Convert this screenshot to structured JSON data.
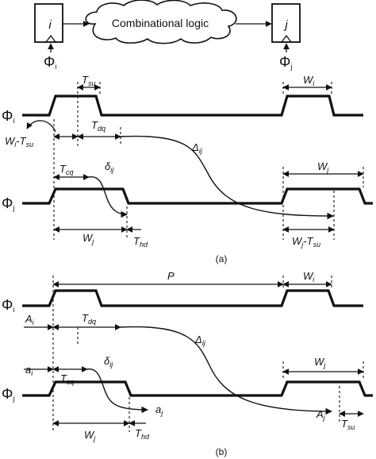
{
  "diagram": {
    "top": {
      "reg_i": "i",
      "reg_j": "j",
      "cloud": "Combinational logic",
      "clk_i": "Φ",
      "clk_i_sub": "i",
      "clk_j": "Φ",
      "clk_j_sub": "j"
    },
    "a": {
      "sig_i": "Φ",
      "sig_i_sub": "i",
      "sig_j": "Φ",
      "sig_j_sub": "j",
      "tsu": "T",
      "tsu_sub": "su",
      "wi": "W",
      "wi_sub": "i",
      "wi_tsu_a": "W",
      "wi_tsu_a_sub": "i",
      "wi_tsu_b": "-T",
      "wi_tsu_b_sub": "su",
      "tdq": "T",
      "tdq_sub": "dq",
      "delta_ij": "Δ",
      "delta_ij_sub": "ij",
      "wj_top": "W",
      "wj_top_sub": "j",
      "tcq": "T",
      "tcq_sub": "cq",
      "small_delta": "δ",
      "small_delta_sub": "ij",
      "wj_bottom": "W",
      "wj_bottom_sub": "j",
      "thd": "T",
      "thd_sub": "hd",
      "wj_tsu_a": "W",
      "wj_tsu_a_sub": "j",
      "wj_tsu_b": "-T",
      "wj_tsu_b_sub": "su",
      "caption": "(a)"
    },
    "b": {
      "sig_i": "Φ",
      "sig_i_sub": "i",
      "sig_j": "Φ",
      "sig_j_sub": "j",
      "period": "P",
      "wi": "W",
      "wi_sub": "i",
      "ai_cap": "A",
      "ai_cap_sub": "i",
      "tdq": "T",
      "tdq_sub": "dq",
      "delta_ij": "Δ",
      "delta_ij_sub": "ij",
      "ai_small": "a",
      "ai_small_sub": "i",
      "tcq": "T",
      "tcq_sub": "cq",
      "small_delta": "δ",
      "small_delta_sub": "ij",
      "wj_top": "W",
      "wj_top_sub": "j",
      "aj_small": "a",
      "aj_small_sub": "j",
      "aj_cap": "A",
      "aj_cap_sub": "j",
      "wj_bottom": "W",
      "wj_bottom_sub": "j",
      "thd": "T",
      "thd_sub": "hd",
      "tsu": "T",
      "tsu_sub": "su",
      "caption": "(b)"
    }
  }
}
